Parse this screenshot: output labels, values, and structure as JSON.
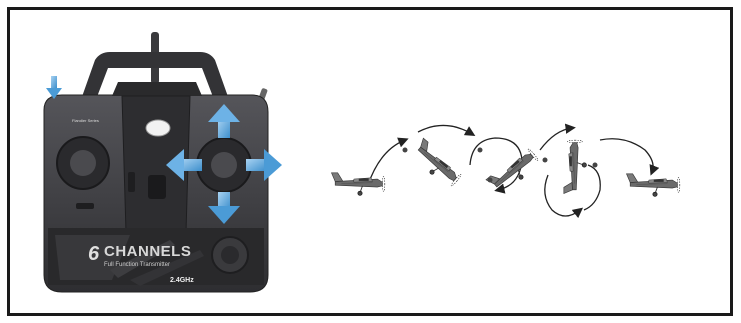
{
  "transmitter": {
    "brand_text": "Flandier Series",
    "channels_digit": "6",
    "channels_word": "CHANNELS",
    "subtitle": "Full Function Transmitter",
    "frequency": "2.4GHz"
  },
  "colors": {
    "frame": "#1a1a1a",
    "transmitter_body": "#3f3f42",
    "transmitter_dark": "#232325",
    "arrow_fill": "#5ba7dd",
    "arrow_light": "#a9d3f2",
    "plane": "#555555",
    "trajectory": "#222222"
  },
  "icons": [
    "down-arrow-indicator",
    "up-arrow",
    "down-arrow",
    "left-arrow",
    "right-arrow",
    "airplane",
    "loop-trajectory-arrow"
  ]
}
